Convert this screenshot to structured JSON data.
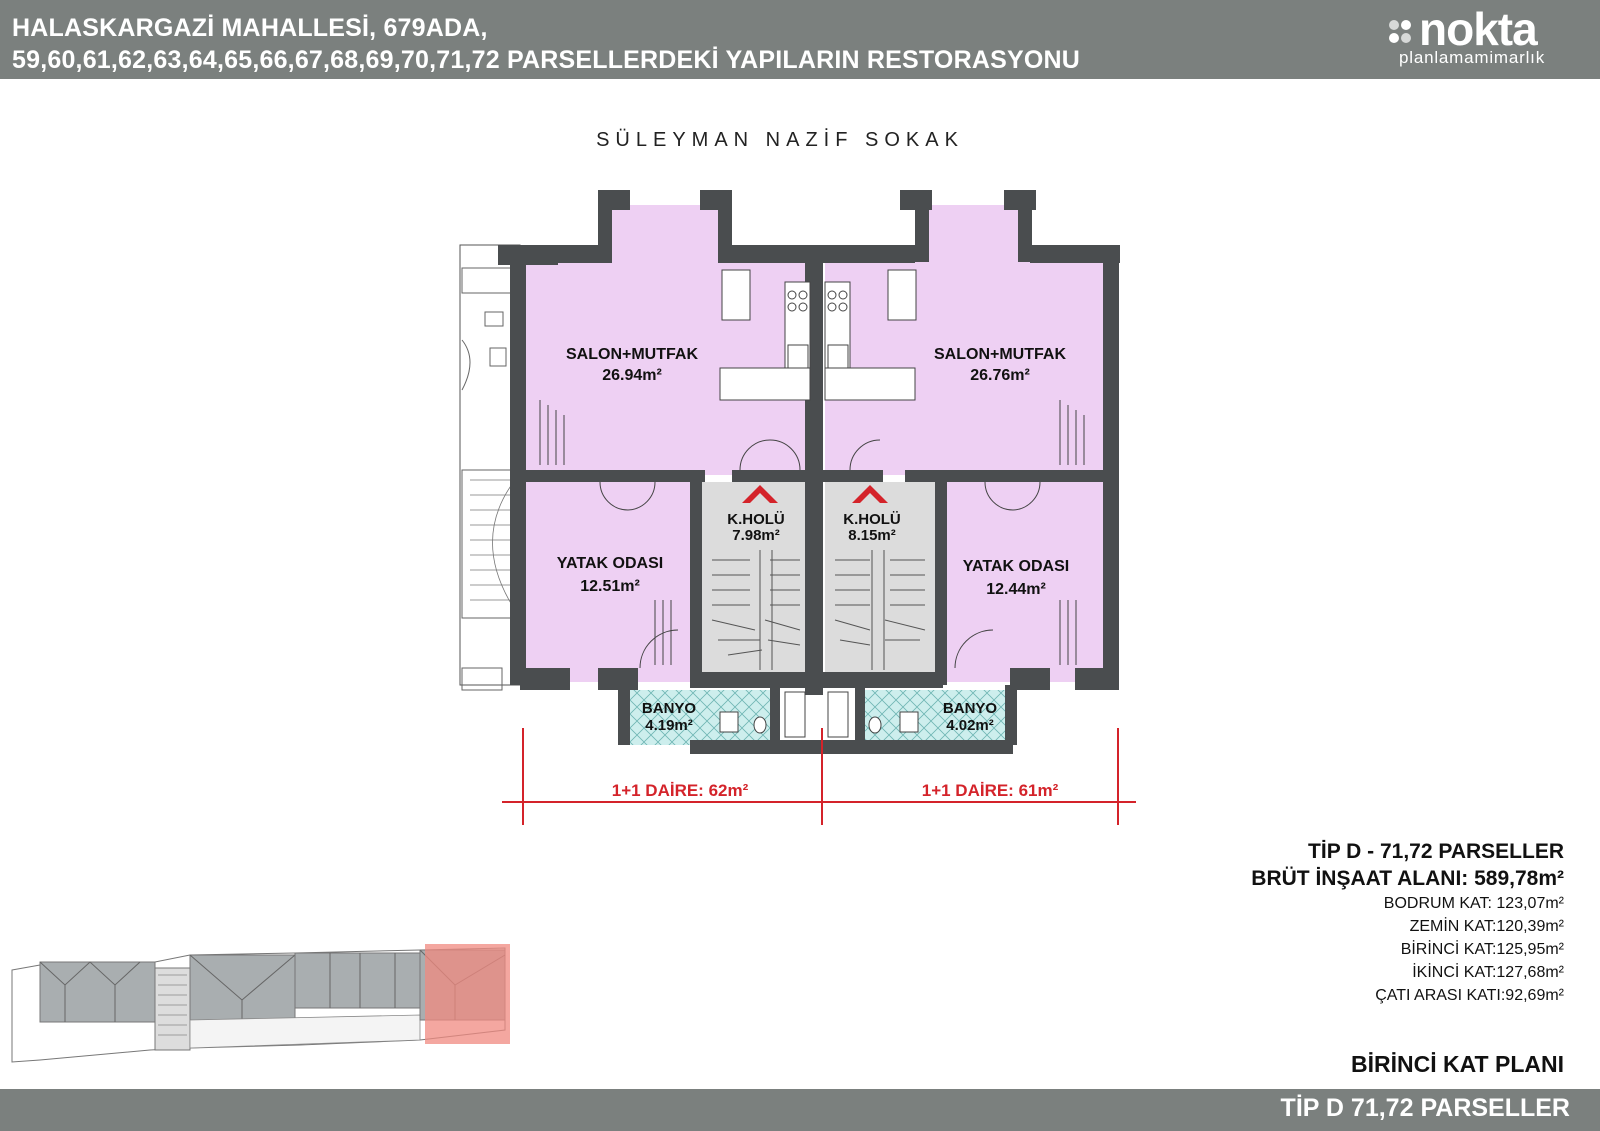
{
  "header": {
    "title_line1": "HALASKARGAZİ MAHALLESİ, 679ADA,",
    "title_line2": "59,60,61,62,63,64,65,66,67,68,69,70,71,72 PARSELLERDEKİ YAPILARIN RESTORASYONU",
    "logo_word": "nokta",
    "logo_sub": "planlamamimarlık"
  },
  "street_name": "SÜLEYMAN NAZİF SOKAK",
  "rooms": {
    "left_salon_name": "SALON+MUTFAK",
    "left_salon_area": "26.94m²",
    "right_salon_name": "SALON+MUTFAK",
    "right_salon_area": "26.76m²",
    "left_bed_name": "YATAK ODASI",
    "left_bed_area": "12.51m²",
    "right_bed_name": "YATAK ODASI",
    "right_bed_area": "12.44m²",
    "left_hall_name": "K.HOLÜ",
    "left_hall_area": "7.98m²",
    "right_hall_name": "K.HOLÜ",
    "right_hall_area": "8.15m²",
    "left_bath_name": "BANYO",
    "left_bath_area": "4.19m²",
    "right_bath_name": "BANYO",
    "right_bath_area": "4.02m²"
  },
  "units": {
    "left": "1+1 DAİRE: 62m²",
    "right": "1+1 DAİRE: 61m²"
  },
  "info": {
    "type": "TİP D - 71,72 PARSELLER",
    "gross_area": "BRÜT İNŞAAT ALANI: 589,78m²",
    "floors": [
      "BODRUM KAT: 123,07m²",
      "ZEMİN KAT:120,39m²",
      "BİRİNCİ KAT:125,95m²",
      "İKİNCİ KAT:127,68m²",
      "ÇATI ARASI KATI:92,69m²"
    ]
  },
  "plan_name": "BİRİNCİ KAT PLANI",
  "footer_label": "TİP D 71,72 PARSELLER",
  "colors": {
    "bar": "#7b807e",
    "room_fill": "#eed0f3",
    "wall": "#4a4d4f",
    "tile": "#cdeeed",
    "dimension_red": "#d4232a",
    "highlight": "#f08a80"
  }
}
